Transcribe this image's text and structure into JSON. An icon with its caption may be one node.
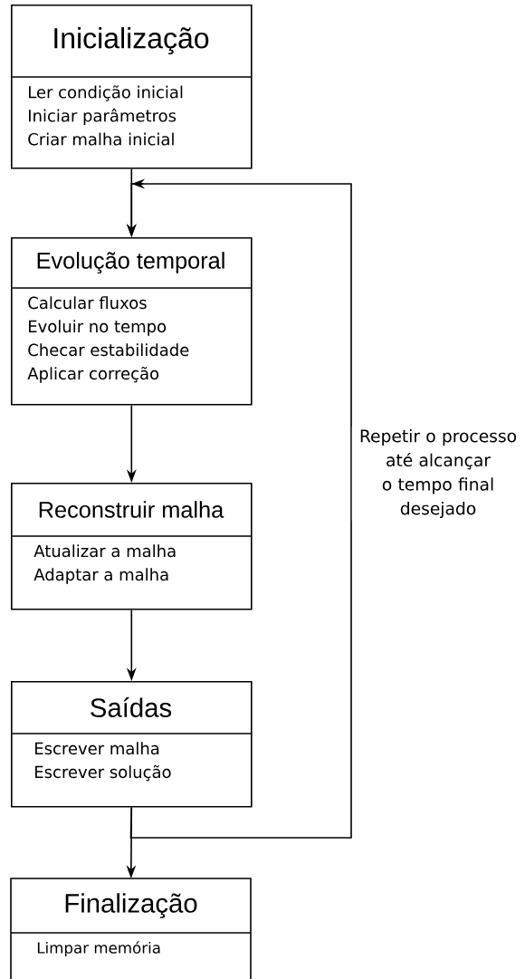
{
  "diagram": {
    "nodes": [
      {
        "text": [
          "Inicialização",
          "Ler condição inicial",
          "Iniciar parâmetros",
          "Criar malha inicial"
        ]
      },
      {
        "text": [
          "Evolução temporal",
          "Calcular fluxos",
          "Evoluir no tempo",
          "Checar estabilidade",
          "Aplicar correção"
        ]
      },
      {
        "text": [
          "Reconstruir malha",
          "Atualizar a malha",
          "Adaptar a malha"
        ]
      },
      {
        "text": [
          "Saídas",
          "Escrever malha",
          "Escrever solução"
        ]
      },
      {
        "text": [
          "Finalização",
          "Limpar memória"
        ]
      }
    ],
    "edges": [
      {
        "from": 0,
        "to": 1,
        "arrow": "to"
      },
      {
        "from": 1,
        "to": 2,
        "arrow": "to"
      },
      {
        "from": 2,
        "to": 3,
        "arrow": "to"
      },
      {
        "from": 3,
        "to": 4,
        "arrow": "to"
      },
      {
        "from": 3,
        "to": 1,
        "arrow": "to",
        "label": "Repetir o processo até alcançar o tempo final desejado"
      }
    ]
  }
}
